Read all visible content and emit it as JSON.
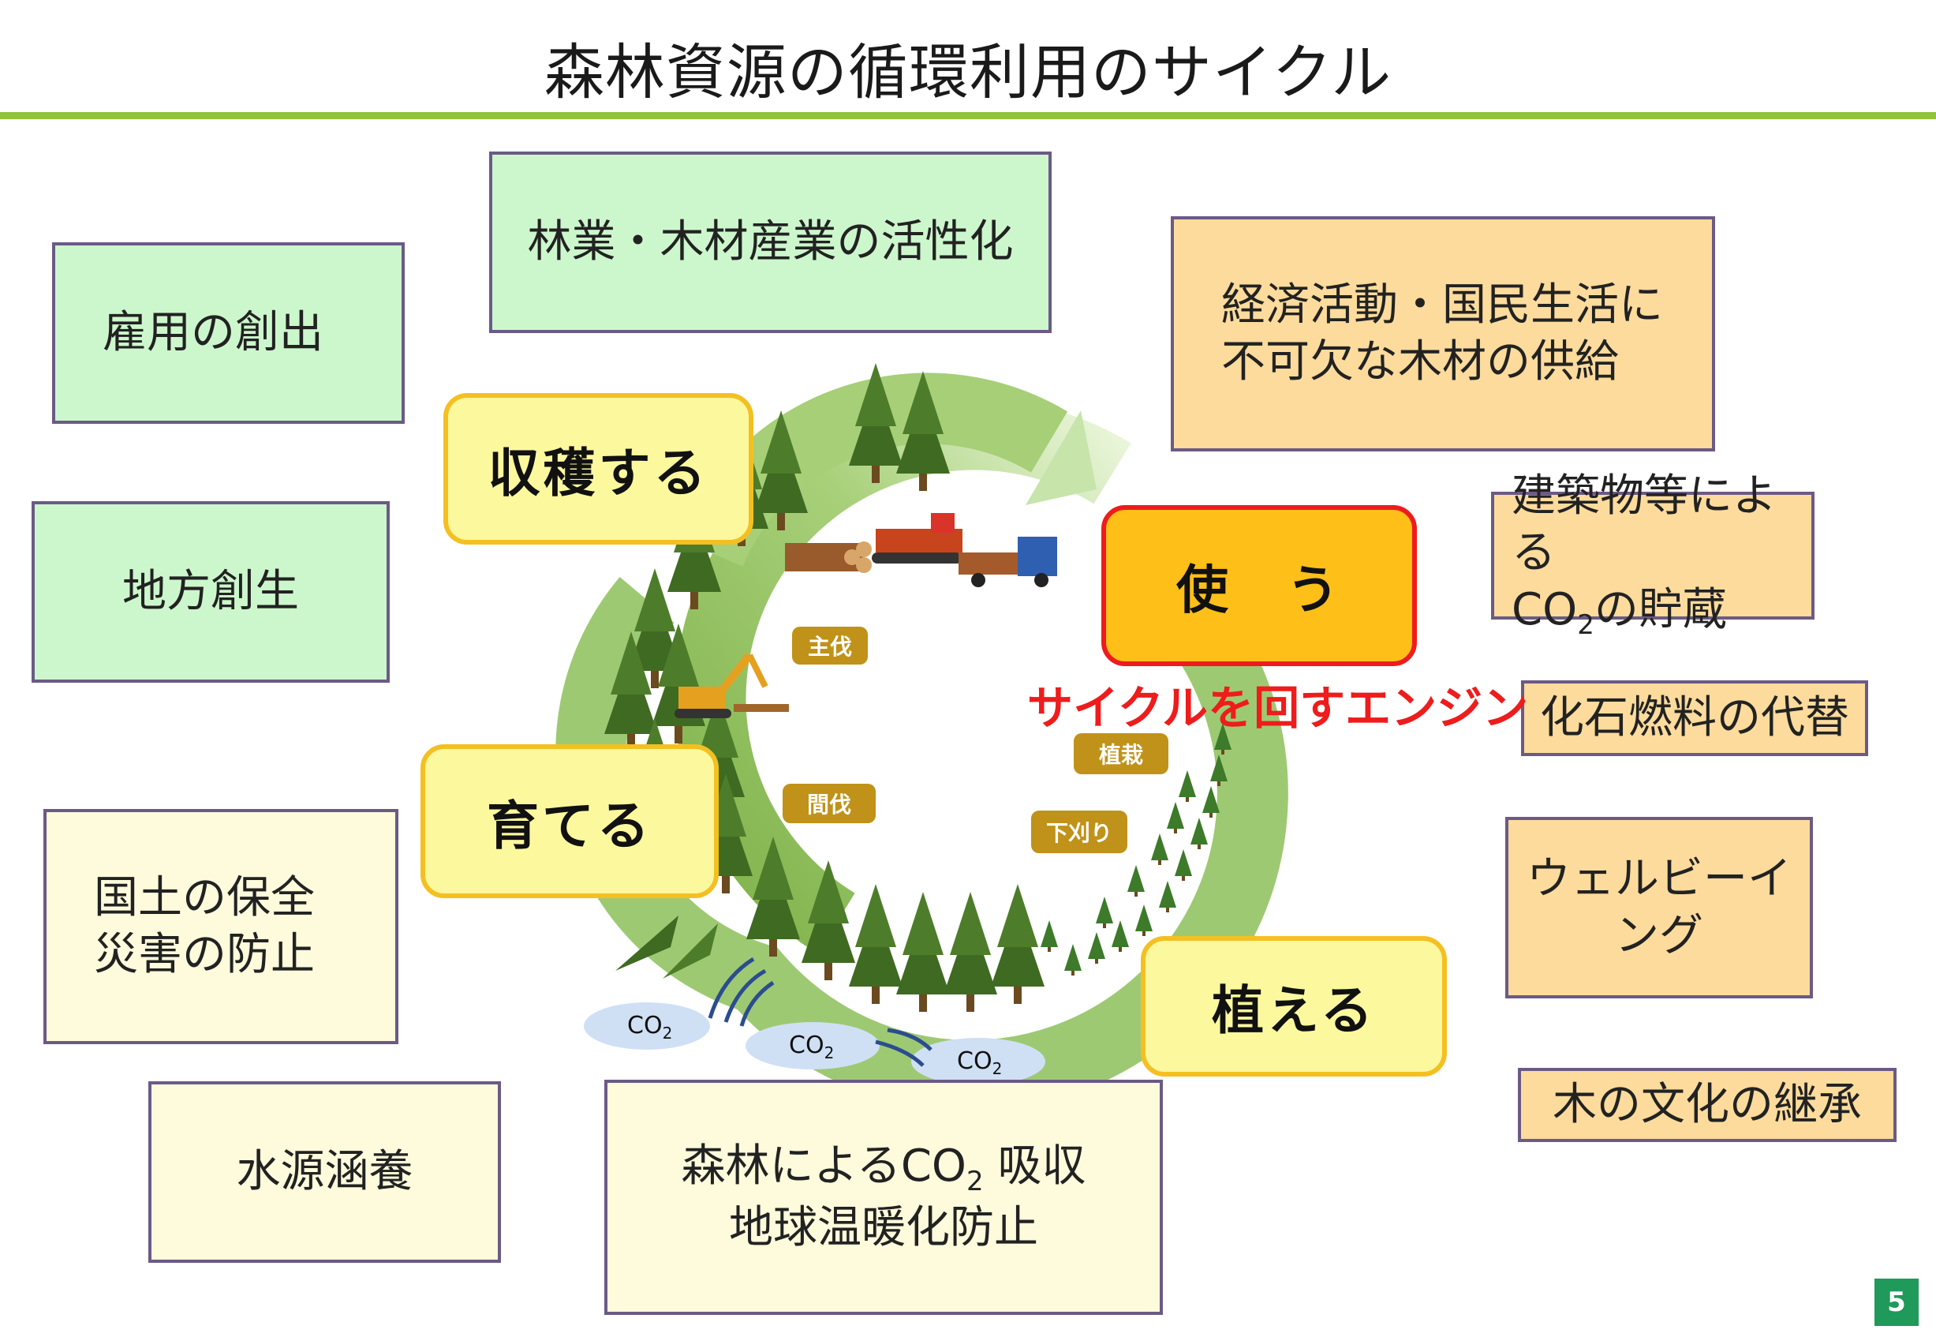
{
  "title": "森林資源の循環利用のサイクル",
  "colors": {
    "title_rule": "#92c33c",
    "engine_text": "#ee1c1c",
    "use_box": "#fdbf18",
    "phase_box": "#fbf89e",
    "tag": "#c09219",
    "page_badge": "#1f9a5a"
  },
  "left_green": {
    "employment": "雇用の創出",
    "regional": "地方創生"
  },
  "top_green": {
    "activation": "林業・木材産業の活性化"
  },
  "left_cream": {
    "conservation_1": "国土の保全",
    "conservation_2": "災害の防止",
    "water": "水源涵養"
  },
  "bottom_cream": {
    "line1_pre": "森林によるCO",
    "line1_sub": "2",
    "line1_post": " 吸収",
    "line2": "地球温暖化防止"
  },
  "right_orange": {
    "supply_1": "経済活動・国民生活に",
    "supply_2": "不可欠な木材の供給",
    "storage_pre": "建築物等による",
    "storage_co": "CO",
    "storage_sub": "2",
    "storage_post": "の貯蔵",
    "fossil": "化石燃料の代替",
    "wellbeing": "ウェルビーイング",
    "culture": "木の文化の継承"
  },
  "phases": {
    "harvest": "収穫する",
    "grow": "育てる",
    "plant": "植える",
    "use": "使　う"
  },
  "engine": "サイクルを回すエンジン",
  "tags": {
    "main_cut": "主伐",
    "thinning": "間伐",
    "planting": "植栽",
    "weeding": "下刈り"
  },
  "co2": {
    "label": "CO",
    "sub": "2"
  },
  "icons": [
    "conifer-tree-icon",
    "log-pile-icon",
    "crawler-carrier-icon",
    "log-truck-icon",
    "excavator-icon",
    "co2-cloud-icon",
    "absorption-arrow-icon"
  ],
  "page_number": "5"
}
